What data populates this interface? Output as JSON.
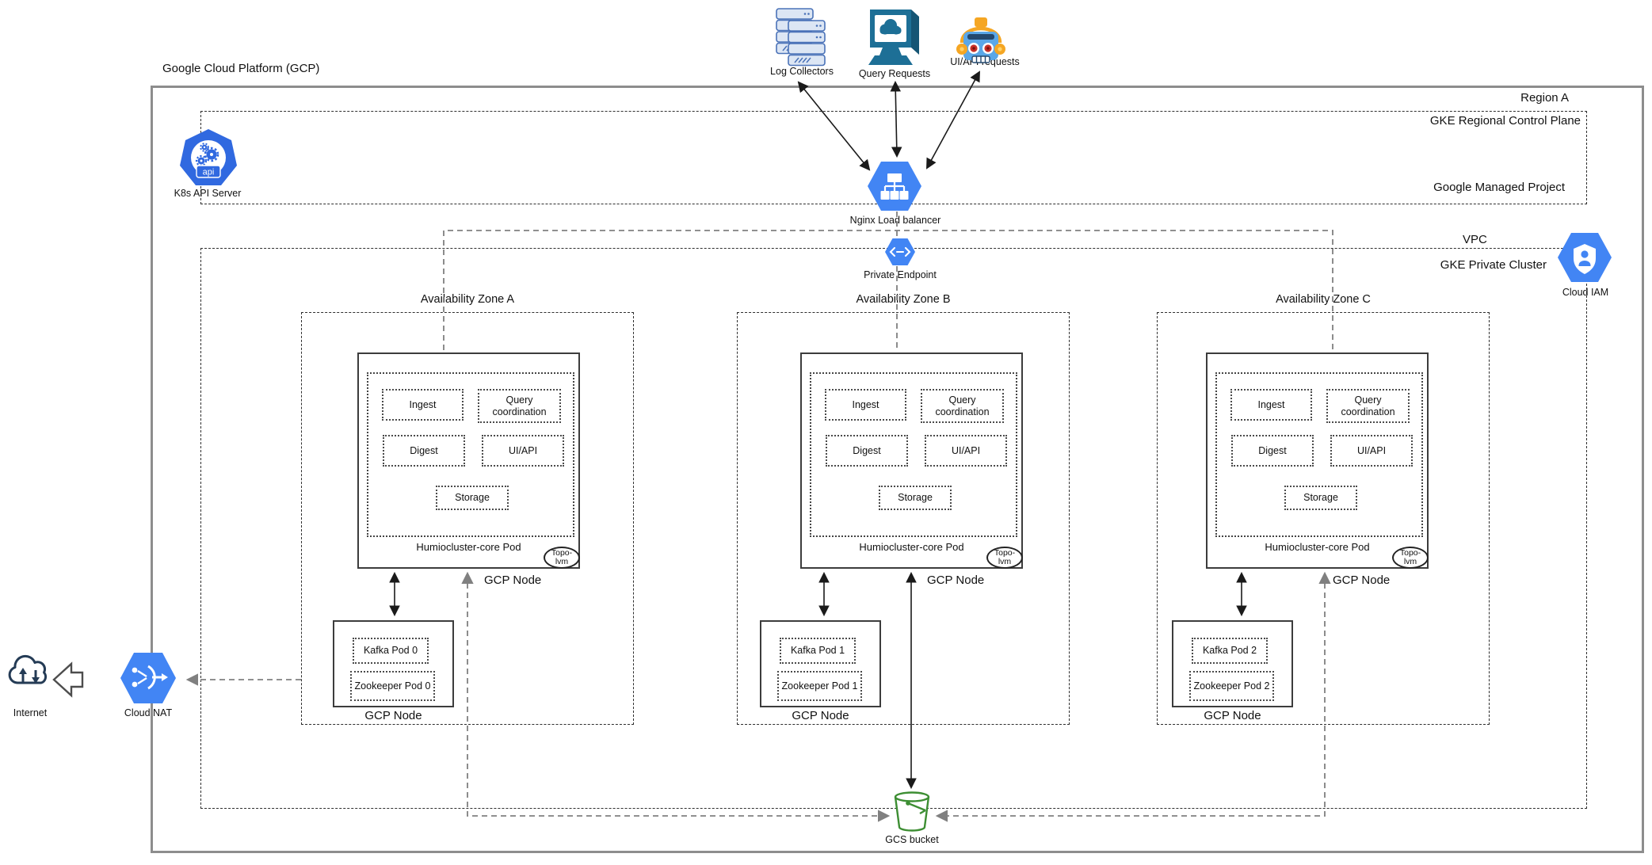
{
  "title": "Google Cloud Platform (GCP)",
  "region": {
    "label": "Region A",
    "control_plane": "GKE Regional Control Plane",
    "managed_project": "Google Managed Project",
    "k8s_api_server": "K8s API Server"
  },
  "network": {
    "vpc": "VPC",
    "private_cluster": "GKE Private Cluster",
    "load_balancer": "Nginx Load balancer",
    "private_endpoint": "Private Endpoint",
    "cloud_iam": "Cloud IAM",
    "cloud_nat": "Cloud NAT",
    "internet": "Internet",
    "gcs_bucket": "GCS bucket"
  },
  "external_clients": {
    "log_collectors": "Log Collectors",
    "query_requests": "Query Requests",
    "ui_api_requests": "UI/API requests"
  },
  "zones": [
    {
      "label": "Availability Zone A",
      "core_node": "GCP Node",
      "pod": "Humiocluster-core Pod",
      "topo_lvm": "Topo-lvm",
      "ingest": "Ingest",
      "query_coordination": "Query coordination",
      "digest": "Digest",
      "ui_api": "UI/API",
      "storage": "Storage",
      "kafka_node": "GCP Node",
      "kafka_pod": "Kafka Pod 0",
      "zookeeper_pod": "Zookeeper Pod 0"
    },
    {
      "label": "Availability Zone B",
      "core_node": "GCP Node",
      "pod": "Humiocluster-core Pod",
      "topo_lvm": "Topo-lvm",
      "ingest": "Ingest",
      "query_coordination": "Query coordination",
      "digest": "Digest",
      "ui_api": "UI/API",
      "storage": "Storage",
      "kafka_node": "GCP Node",
      "kafka_pod": "Kafka Pod 1",
      "zookeeper_pod": "Zookeeper Pod 1"
    },
    {
      "label": "Availability Zone C",
      "core_node": "GCP Node",
      "pod": "Humiocluster-core Pod",
      "topo_lvm": "Topo-lvm",
      "ingest": "Ingest",
      "query_coordination": "Query coordination",
      "digest": "Digest",
      "ui_api": "UI/API",
      "storage": "Storage",
      "kafka_node": "GCP Node",
      "kafka_pod": "Kafka Pod 2",
      "zookeeper_pod": "Zookeeper Pod 2"
    }
  ],
  "icons": {
    "log_collectors": "server-stack-icon",
    "query_requests": "monitor-cloud-icon",
    "ui_api_requests": "robot-icon",
    "k8s_api_server": "kubernetes-api-icon",
    "load_balancer": "gcp-load-balancer-hexagon-icon",
    "private_endpoint": "gcp-private-endpoint-hexagon-icon",
    "cloud_iam": "gcp-cloud-iam-hexagon-icon",
    "cloud_nat": "gcp-cloud-nat-hexagon-icon",
    "internet": "internet-cloud-icon",
    "gcs_bucket": "gcs-bucket-icon",
    "topo_lvm": "topo-lvm-badge"
  },
  "colors": {
    "gcp_blue": "#4285F4",
    "k8s_blue": "#3069E0",
    "bucket_green": "#3D8E33",
    "robot_blue": "#5AA7E8",
    "accent_orange": "#F5A623",
    "monitor_teal": "#1D6F96",
    "server_fill": "#DCE6F4",
    "server_stroke": "#4A72B8",
    "connector_gray": "#808080"
  }
}
